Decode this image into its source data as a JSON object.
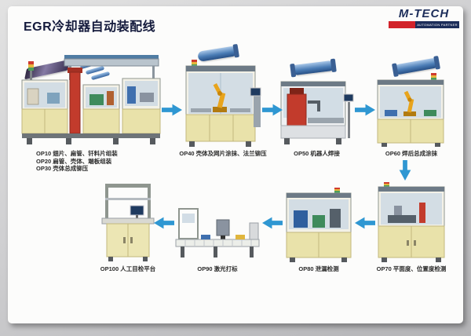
{
  "header": {
    "title": "EGR冷却器自动装配线"
  },
  "logo": {
    "brand": "M-TECH",
    "tagline": "AUTOMATION PARTNER"
  },
  "stations": {
    "cluster": {
      "lines": [
        "OP10 翅片、扁管、钎料片组装",
        "OP20 扁管、壳体、端板组装",
        "OP30 壳体总成铆压"
      ]
    },
    "op40": {
      "label": "OP40 壳体及网片涂抹、法兰铆压"
    },
    "op50": {
      "label": "OP50 机器人焊接"
    },
    "op60": {
      "label": "OP60 焊后总成涂抹"
    },
    "op70": {
      "label": "OP70 平面度、位置度检测"
    },
    "op80": {
      "label": "OP80 泄漏检测"
    },
    "op90": {
      "label": "OP90 激光打标"
    },
    "op100": {
      "label": "OP100 人工目检平台"
    }
  },
  "colors": {
    "arrow_blue": "#2f97d2",
    "title_navy": "#141a3c",
    "logo_red": "#d2232a",
    "logo_navy": "#1c2d5a",
    "machine_yellow": "#e9e2aa"
  }
}
